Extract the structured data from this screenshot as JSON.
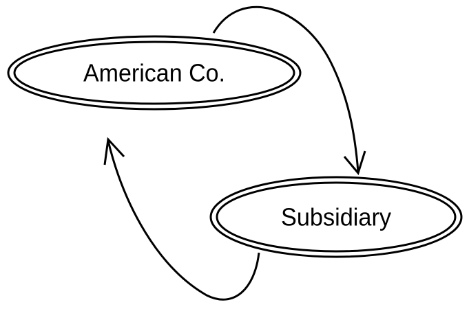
{
  "diagram": {
    "nodes": [
      {
        "id": "american-co",
        "label": "American Co."
      },
      {
        "id": "subsidiary",
        "label": "Subsidiary"
      }
    ],
    "edges": [
      {
        "from": "american-co",
        "to": "subsidiary"
      },
      {
        "from": "subsidiary",
        "to": "american-co"
      }
    ],
    "colors": {
      "stroke": "#000000",
      "background": "#ffffff"
    }
  }
}
